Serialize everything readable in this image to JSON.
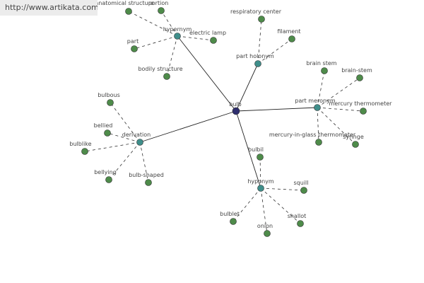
{
  "watermark": {
    "url": "http://www.artikata.com"
  },
  "colors": {
    "leaf": "#4e8b4a",
    "relation": "#3f8e8a",
    "root": "#2e2e6e",
    "edge_solid": "#222222",
    "edge_dashed": "#333333"
  },
  "graph": {
    "root": {
      "id": "bulb",
      "label": "bulb"
    },
    "relations": [
      {
        "id": "hypernym",
        "label": "hypernym"
      },
      {
        "id": "part_holonym",
        "label": "part holonym"
      },
      {
        "id": "part_meronym",
        "label": "part meronym"
      },
      {
        "id": "derivation",
        "label": "derivation"
      },
      {
        "id": "hyponym",
        "label": "hyponym"
      }
    ],
    "leaves": [
      {
        "id": "anatomical_structure",
        "label": "anatomical structure",
        "parent": "hypernym"
      },
      {
        "id": "portion",
        "label": "portion",
        "parent": "hypernym"
      },
      {
        "id": "part",
        "label": "part",
        "parent": "hypernym"
      },
      {
        "id": "electric_lamp",
        "label": "electric lamp",
        "parent": "hypernym"
      },
      {
        "id": "bodily_structure",
        "label": "bodily structure",
        "parent": "hypernym"
      },
      {
        "id": "respiratory_center",
        "label": "respiratory center",
        "parent": "part_holonym"
      },
      {
        "id": "filament",
        "label": "filament",
        "parent": "part_holonym"
      },
      {
        "id": "brain_stem",
        "label": "brain stem",
        "parent": "part_meronym"
      },
      {
        "id": "brain-stem",
        "label": "brain-stem",
        "parent": "part_meronym"
      },
      {
        "id": "mercury_thermometer",
        "label": "mercury thermometer",
        "parent": "part_meronym"
      },
      {
        "id": "mercury-in-glass_thermometer",
        "label": "mercury-in-glass thermometer",
        "parent": "part_meronym"
      },
      {
        "id": "syringe",
        "label": "syringe",
        "parent": "part_meronym"
      },
      {
        "id": "bulbous",
        "label": "bulbous",
        "parent": "derivation"
      },
      {
        "id": "bellied",
        "label": "bellied",
        "parent": "derivation"
      },
      {
        "id": "bulblike",
        "label": "bulblike",
        "parent": "derivation"
      },
      {
        "id": "bellying",
        "label": "bellying",
        "parent": "derivation"
      },
      {
        "id": "bulb-shaped",
        "label": "bulb-shaped",
        "parent": "derivation"
      },
      {
        "id": "bulbil",
        "label": "bulbil",
        "parent": "hyponym"
      },
      {
        "id": "squill",
        "label": "squill",
        "parent": "hyponym"
      },
      {
        "id": "bulblet",
        "label": "bulblet",
        "parent": "hyponym"
      },
      {
        "id": "onion",
        "label": "onion",
        "parent": "hyponym"
      },
      {
        "id": "shallot",
        "label": "shallot",
        "parent": "hyponym"
      }
    ]
  }
}
